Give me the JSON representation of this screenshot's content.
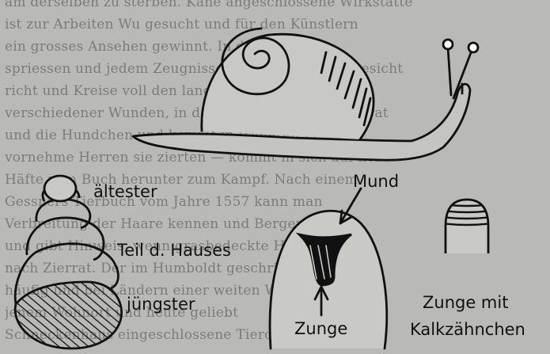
{
  "background_text": [
    "am derselben zu sterben. Kane angeschlossene Wirkstätte",
    "ist zur Arbeiten Wu gesucht und für den Künstlern",
    "ein grosses Ansehen gewinnt. In der heutigen",
    "spriessen und jedem Zeugnisse des Hals oder im Gesicht",
    "richt und Kreise voll den langer scharfe Steinen",
    "verschiedener Wunden, in denen Schnecken zu Zierrat",
    "und die Hundchen und kommt in früheren Zeit",
    "vornehme Herren sie zierten — kommt in sich auf lieb",
    "Häfte vom Buch herunter zum Kampf. Nach einem",
    "Gessners Tierbuch vom Jahre 1557 kann man",
    "Verbreitung der Haare kennen und Bergen",
    "und gibt Hinweis, wenn grasbedeckte Hügel",
    "nach Zierrat. Der im Humboldt geschrieben",
    "häufig und bei Ländern einer weiten Welt",
    "jenem Wohnort und heute geliebt",
    "Schneckenhaus eingeschlossene Tierchen"
  ],
  "labels": {
    "aeltester": "ältester",
    "teil_hauses": "Teil d. Hauses",
    "juengster": "jüngster",
    "mund": "Mund",
    "zunge": "Zunge",
    "zunge_mit_line1": "Zunge mit",
    "zunge_mit_line2": "Kalkzähnchen"
  },
  "colors": {
    "paper": "#b9b9b6",
    "ink": "#111111",
    "bleed_text": "#4a4a48"
  },
  "icons": {
    "snail": "snail-illustration",
    "shell": "shell-stack-illustration",
    "mouth": "snail-mouth-illustration",
    "tongue": "tongue-with-teeth-illustration"
  }
}
